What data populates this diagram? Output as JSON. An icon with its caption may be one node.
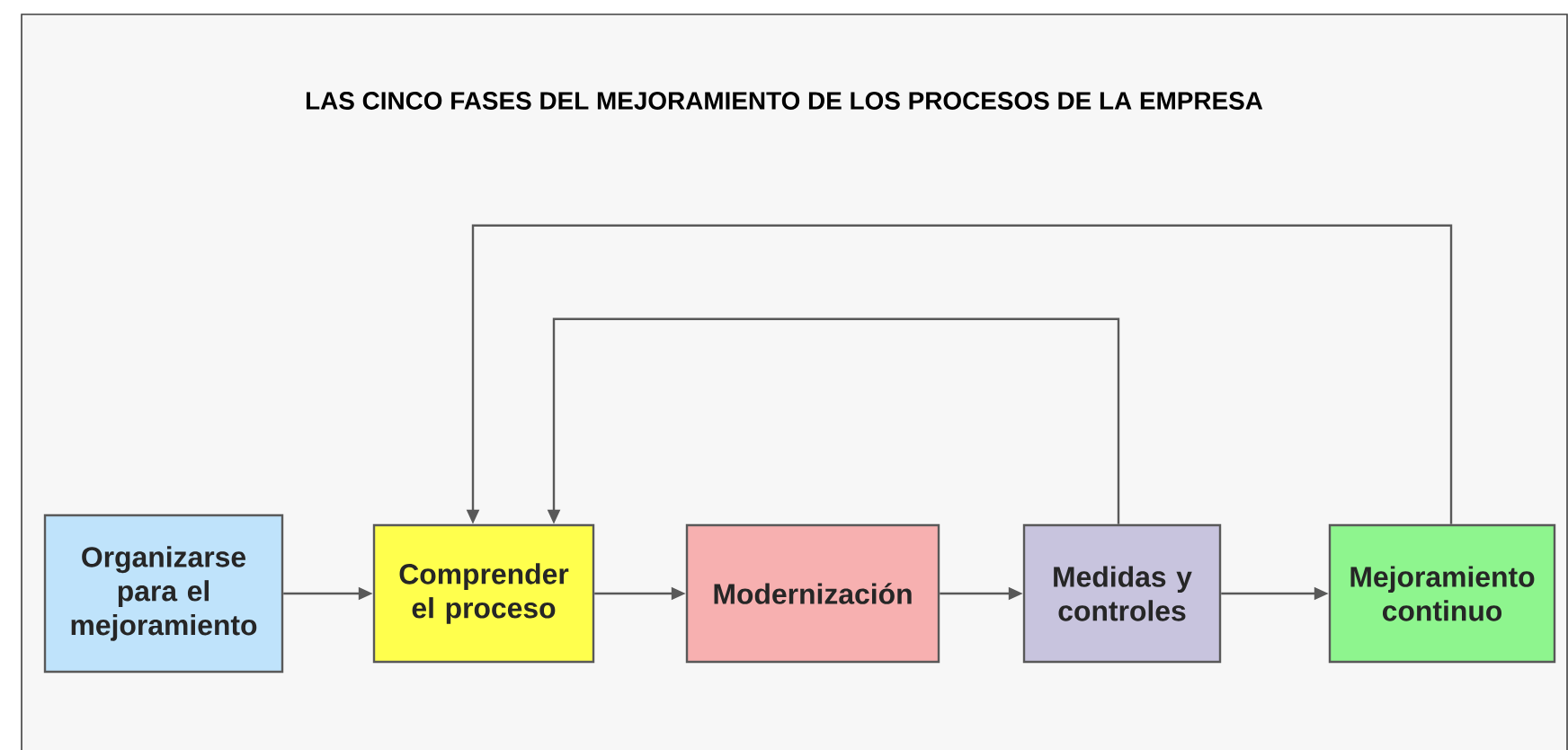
{
  "diagram": {
    "title": "LAS CINCO FASES DEL MEJORAMIENTO DE LOS PROCESOS DE LA EMPRESA",
    "nodes": [
      {
        "text": [
          "Organizarse para el mejoramiento"
        ]
      },
      {
        "text": [
          "Comprender el proceso"
        ]
      },
      {
        "text": [
          "Modernización"
        ]
      },
      {
        "text": [
          "Medidas y controles"
        ]
      },
      {
        "text": [
          "Mejoramiento continuo"
        ]
      }
    ],
    "edges": [
      {
        "from": 0,
        "to": 1,
        "arrow": "to"
      },
      {
        "from": 1,
        "to": 2,
        "arrow": "to"
      },
      {
        "from": 2,
        "to": 3,
        "arrow": "to"
      },
      {
        "from": 3,
        "to": 4,
        "arrow": "to"
      },
      {
        "from": 3,
        "to": 1,
        "arrow": "to"
      },
      {
        "from": 4,
        "to": 1,
        "arrow": "to"
      }
    ]
  }
}
